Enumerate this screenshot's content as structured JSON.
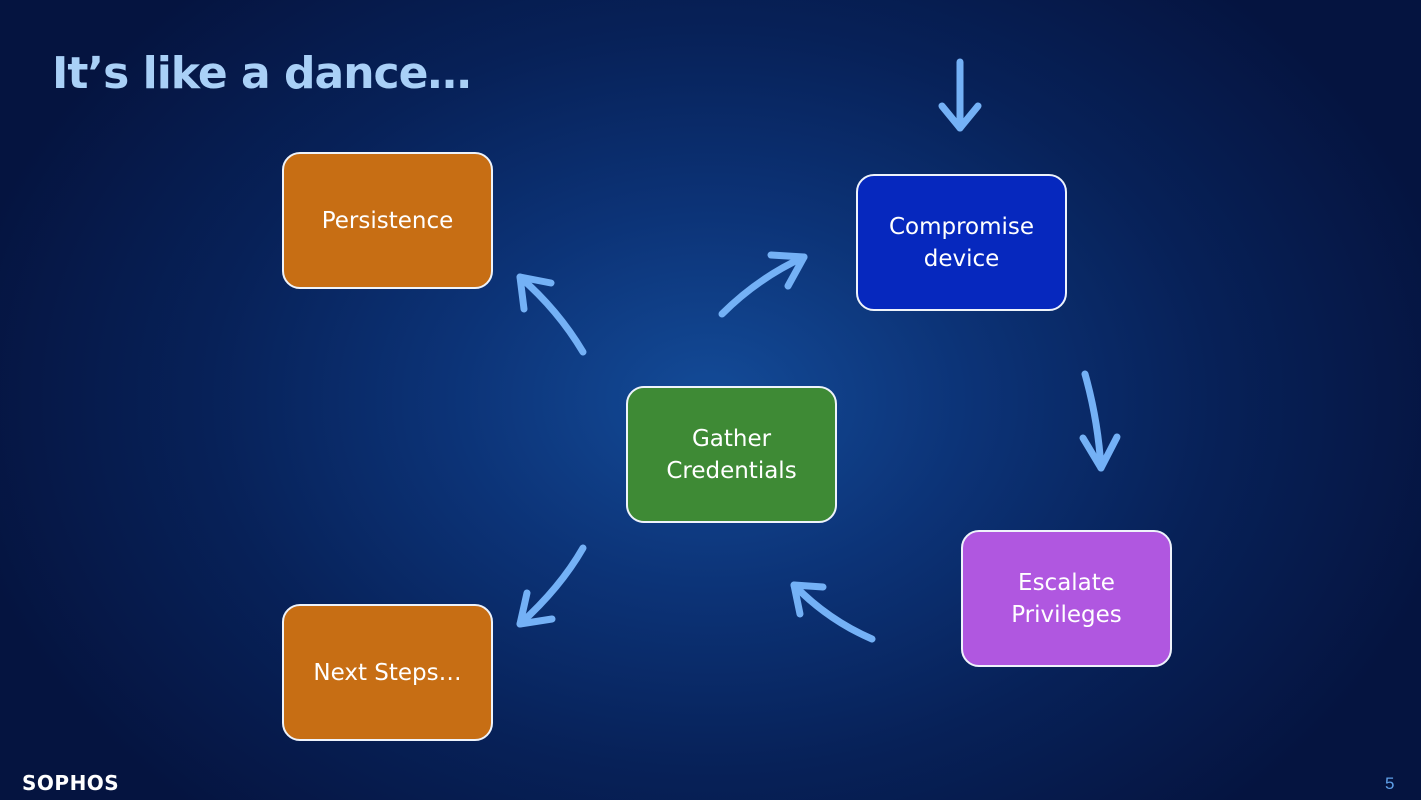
{
  "slide": {
    "title": "It’s like a dance…",
    "page_number": "5",
    "brand": "SOPHOS"
  },
  "diagram": {
    "nodes": [
      {
        "id": "persistence",
        "label": "Persistence",
        "color": "#c76e14"
      },
      {
        "id": "compromise",
        "label": "Compromise\ndevice",
        "color": "#0628be"
      },
      {
        "id": "gather",
        "label": "Gather\nCredentials",
        "color": "#3e8a35"
      },
      {
        "id": "escalate",
        "label": "Escalate\nPrivileges",
        "color": "#b057e0"
      },
      {
        "id": "next-steps",
        "label": "Next Steps…",
        "color": "#c76e14"
      }
    ],
    "edges": [
      {
        "from": "entry",
        "to": "compromise"
      },
      {
        "from": "compromise",
        "to": "escalate"
      },
      {
        "from": "escalate",
        "to": "gather"
      },
      {
        "from": "gather",
        "to": "compromise"
      },
      {
        "from": "gather",
        "to": "persistence"
      },
      {
        "from": "gather",
        "to": "next-steps"
      }
    ],
    "arrow_color": "#74b1f6",
    "border_color": "#eef3fb"
  }
}
